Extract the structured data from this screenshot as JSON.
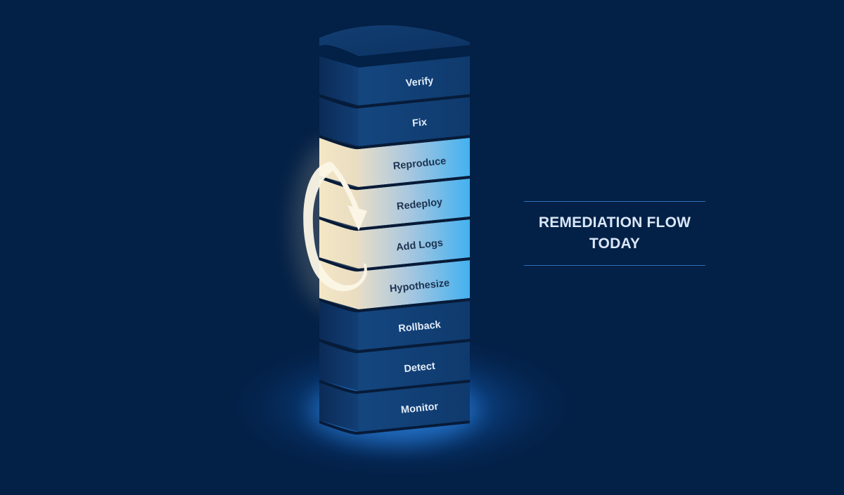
{
  "title": {
    "line1": "REMEDIATION FLOW",
    "line2": "TODAY"
  },
  "layers_top_to_bottom": [
    {
      "label": "Verify",
      "in_loop": false
    },
    {
      "label": "Fix",
      "in_loop": false
    },
    {
      "label": "Reproduce",
      "in_loop": true
    },
    {
      "label": "Redeploy",
      "in_loop": true
    },
    {
      "label": "Add Logs",
      "in_loop": true
    },
    {
      "label": "Hypothesize",
      "in_loop": true
    },
    {
      "label": "Rollback",
      "in_loop": false
    },
    {
      "label": "Detect",
      "in_loop": false
    },
    {
      "label": "Monitor",
      "in_loop": false
    }
  ],
  "loop_arrow": {
    "icon": "circular-arrow-icon",
    "direction": "clockwise"
  },
  "colors": {
    "background": "#032046",
    "layer_front": "#0f3d73",
    "layer_side": "#0a2a55",
    "loop_highlight_warm": "#f3e6c4",
    "loop_highlight_cool": "#47b4f0",
    "glow": "#1f7fe0",
    "rule": "#2e6db5",
    "title_text": "#d9e7f8"
  }
}
